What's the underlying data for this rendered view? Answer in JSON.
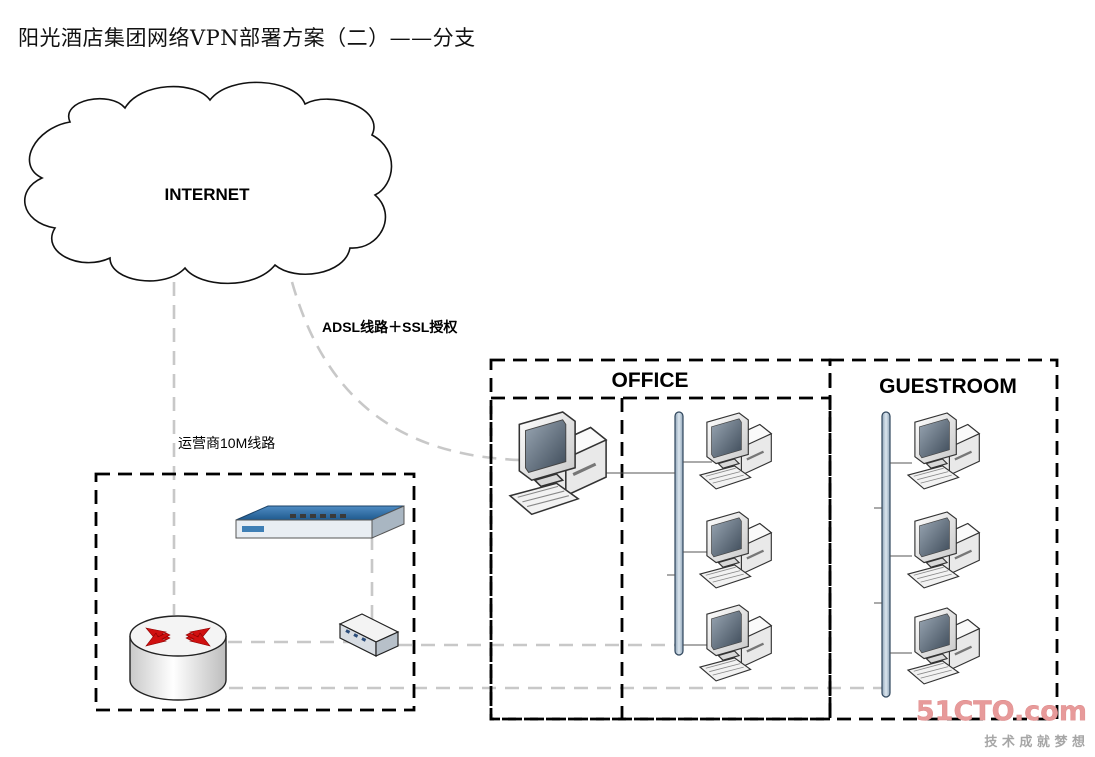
{
  "title": "阳光酒店集团网络VPN部署方案（二）——分支",
  "labels": {
    "internet": "INTERNET",
    "adsl_link": "ADSL线路＋SSL授权",
    "isp_link": "运营商10M线路",
    "office": "OFFICE",
    "guestroom": "GUESTROOM"
  },
  "watermark": {
    "brand": "51CTO.com",
    "slogan": "技 术 成 就 梦 想"
  },
  "icons": [
    "cloud-icon",
    "vpn-appliance-icon",
    "router-icon",
    "switch-icon",
    "workstation-icon"
  ],
  "colors": {
    "router_arrows": "#d01010",
    "bus_fill": "#b9c8d6",
    "appliance_top": "#2d6fa6",
    "dashed_link": "#c8c8c8",
    "watermark_red": "#e79a9a",
    "watermark_gray": "#a6a6a6"
  }
}
